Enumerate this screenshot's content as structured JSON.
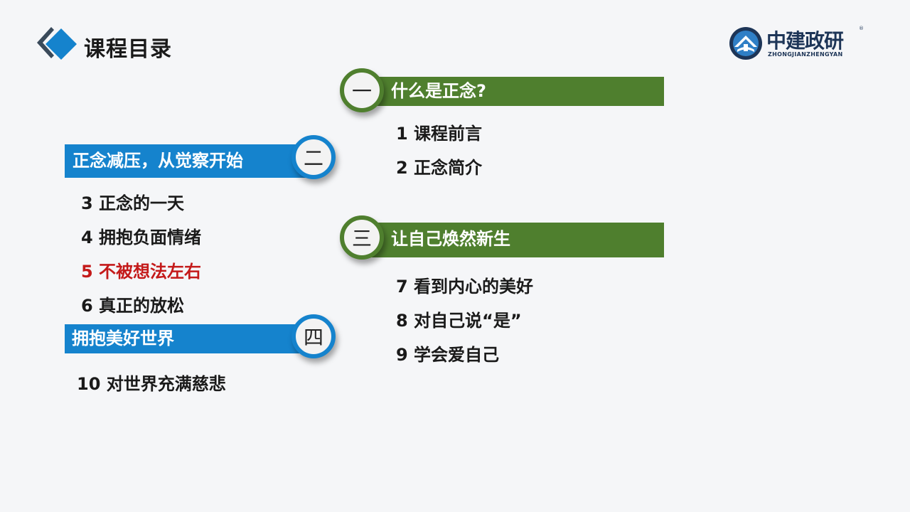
{
  "header": {
    "title": "课程目录"
  },
  "logo": {
    "name_cn": "中建政研",
    "name_en": "ZHONGJIANZHENGYAN",
    "reg": "®"
  },
  "sections": [
    {
      "numeral": "一",
      "title": "什么是正念?"
    },
    {
      "numeral": "二",
      "title": "正念减压，从觉察开始"
    },
    {
      "numeral": "三",
      "title": "让自己焕然新生"
    },
    {
      "numeral": "四",
      "title": "拥抱美好世界"
    }
  ],
  "items": [
    "1 课程前言",
    "2 正念简介",
    "3 正念的一天",
    "4 拥抱负面情绪",
    "5 不被想法左右",
    "6 真正的放松",
    "7 看到内心的美好",
    "8 对自己说“是”",
    "9 学会爱自己",
    "10 对世界充满慈悲"
  ],
  "colors": {
    "green": "#4f7f2e",
    "blue": "#1583cd",
    "highlight": "#c41a1a",
    "icon_blue": "#1583cd",
    "icon_dark": "#3a4a5a"
  }
}
